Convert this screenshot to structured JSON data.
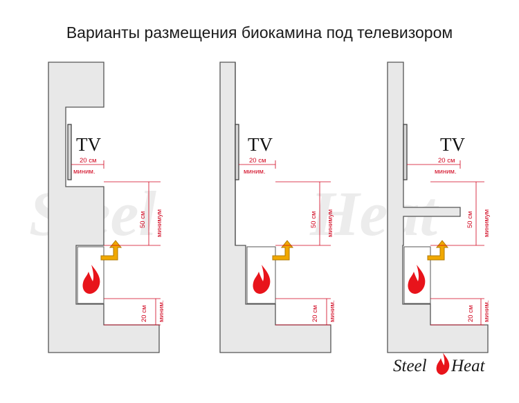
{
  "title": "Варианты размещения биокамина под телевизором",
  "tv_label": "TV",
  "dims": {
    "tv_gap_value": "20 см",
    "tv_gap_note": "миним.",
    "height_value": "50 см",
    "height_note": "минимум",
    "floor_value": "20 см",
    "floor_note": "миним."
  },
  "watermark": {
    "left": "Steel",
    "right": "Heat"
  },
  "logo": {
    "left": "Steel",
    "right": "Heat"
  },
  "colors": {
    "wall": "#e8e8e8",
    "outline": "#555555",
    "dimension": "#d0011b",
    "arrow": "#f0a800",
    "flame": "#e8141b"
  },
  "variants": [
    "recessed-tv-niche",
    "flat-wall",
    "wall-with-shelf"
  ]
}
